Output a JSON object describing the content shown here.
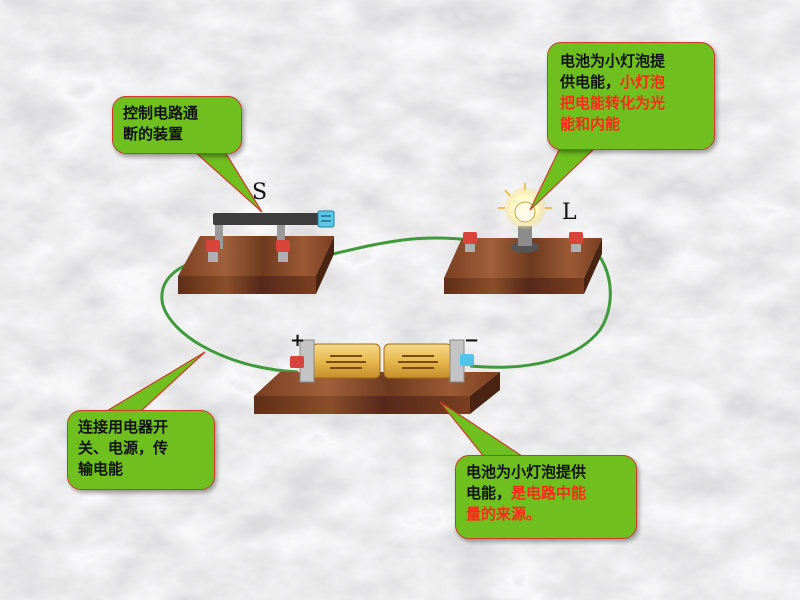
{
  "labels": {
    "switch_letter": "S",
    "lamp_letter": "L",
    "plus_sign": "+",
    "minus_sign": "−"
  },
  "callouts": {
    "switch": {
      "line1": "控制电路通",
      "line2": "断的装置"
    },
    "lamp": {
      "line1": "电池为小灯泡提",
      "line2a": "供电能，",
      "line2b": "小灯泡",
      "line3": "把电能转化为光",
      "line4": "能和内能"
    },
    "wire": {
      "line1": "连接用电器开",
      "line2": "关、电源，传",
      "line3": "输电能"
    },
    "battery": {
      "line1": "电池为小灯泡提供",
      "line2a": "电能，",
      "line2b": "是电路中能",
      "line3": "量的来源。"
    }
  },
  "colors": {
    "callout_fill": "#6fbf1f",
    "callout_border": "#cf3b2b",
    "highlight_text": "#ff2a1a",
    "wire": "#3e9a3a",
    "wood": "#8a4a2a",
    "background": "#c9c9c9"
  }
}
